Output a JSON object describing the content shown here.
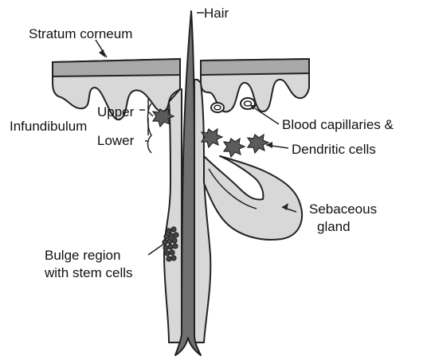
{
  "labels": {
    "hair": "Hair",
    "stratum_corneum": "Stratum corneum",
    "upper": "Upper",
    "infundibulum": "Infundibulum",
    "lower": "Lower",
    "blood_capillaries": "Blood capillaries &",
    "dendritic_cells": "Dendritic cells",
    "sebaceous_line1": "Sebaceous",
    "sebaceous_line2": "gland",
    "bulge_line1": "Bulge region",
    "bulge_line2": "with stem cells"
  }
}
